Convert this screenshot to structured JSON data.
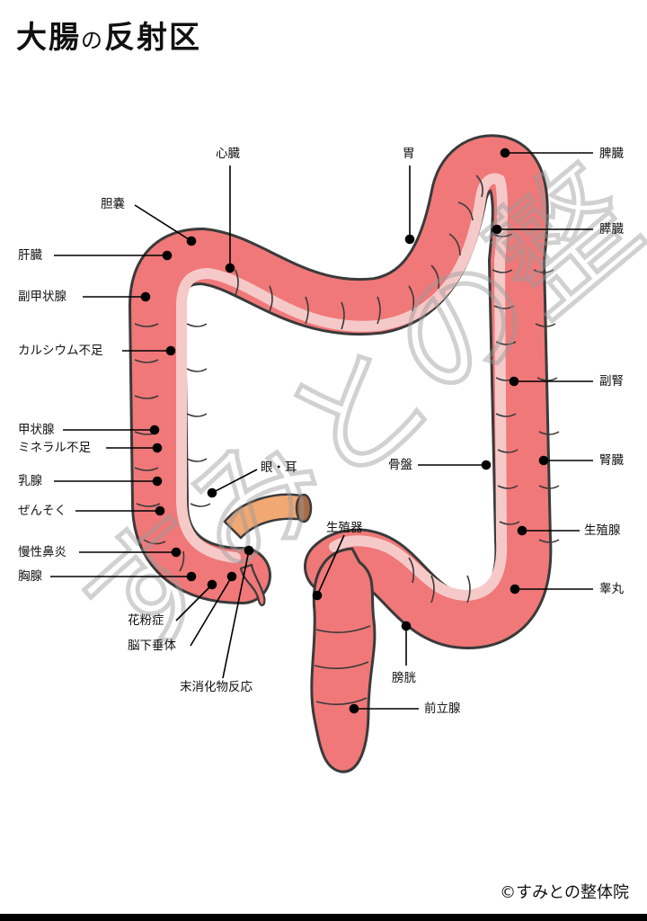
{
  "title": {
    "main": "大腸",
    "particle": "の",
    "rest": "反射区"
  },
  "watermark": "すみとの整体院",
  "copyright": "©すみとの整体院",
  "colors": {
    "intestine": "#f07878",
    "inner": "#f6c9c9",
    "appendix": "#f1a873",
    "outline": "#3a3a3a"
  },
  "labels": {
    "heart": "心臓",
    "stomach": "胃",
    "spleen": "脾臓",
    "gallbladder": "胆嚢",
    "pancreas": "膵臓",
    "liver": "肝臓",
    "parathyroid": "副甲状腺",
    "calcium": "カルシウム不足",
    "adrenal": "副腎",
    "thyroid": "甲状腺",
    "mineral": "ミネラル不足",
    "kidney": "腎臓",
    "bone": "骨盤",
    "breast": "乳腺",
    "eye_ear": "眼・耳",
    "asthma": "ぜんそく",
    "reproductive": "生殖器",
    "reproductive_gland": "生殖腺",
    "sinusitis": "慢性鼻炎",
    "thymus": "胸腺",
    "testis": "睾丸",
    "hayfever": "花粉症",
    "pituitary": "脳下垂体",
    "bladder": "膀胱",
    "circulation": "末消化物反応",
    "prostate": "前立腺"
  }
}
